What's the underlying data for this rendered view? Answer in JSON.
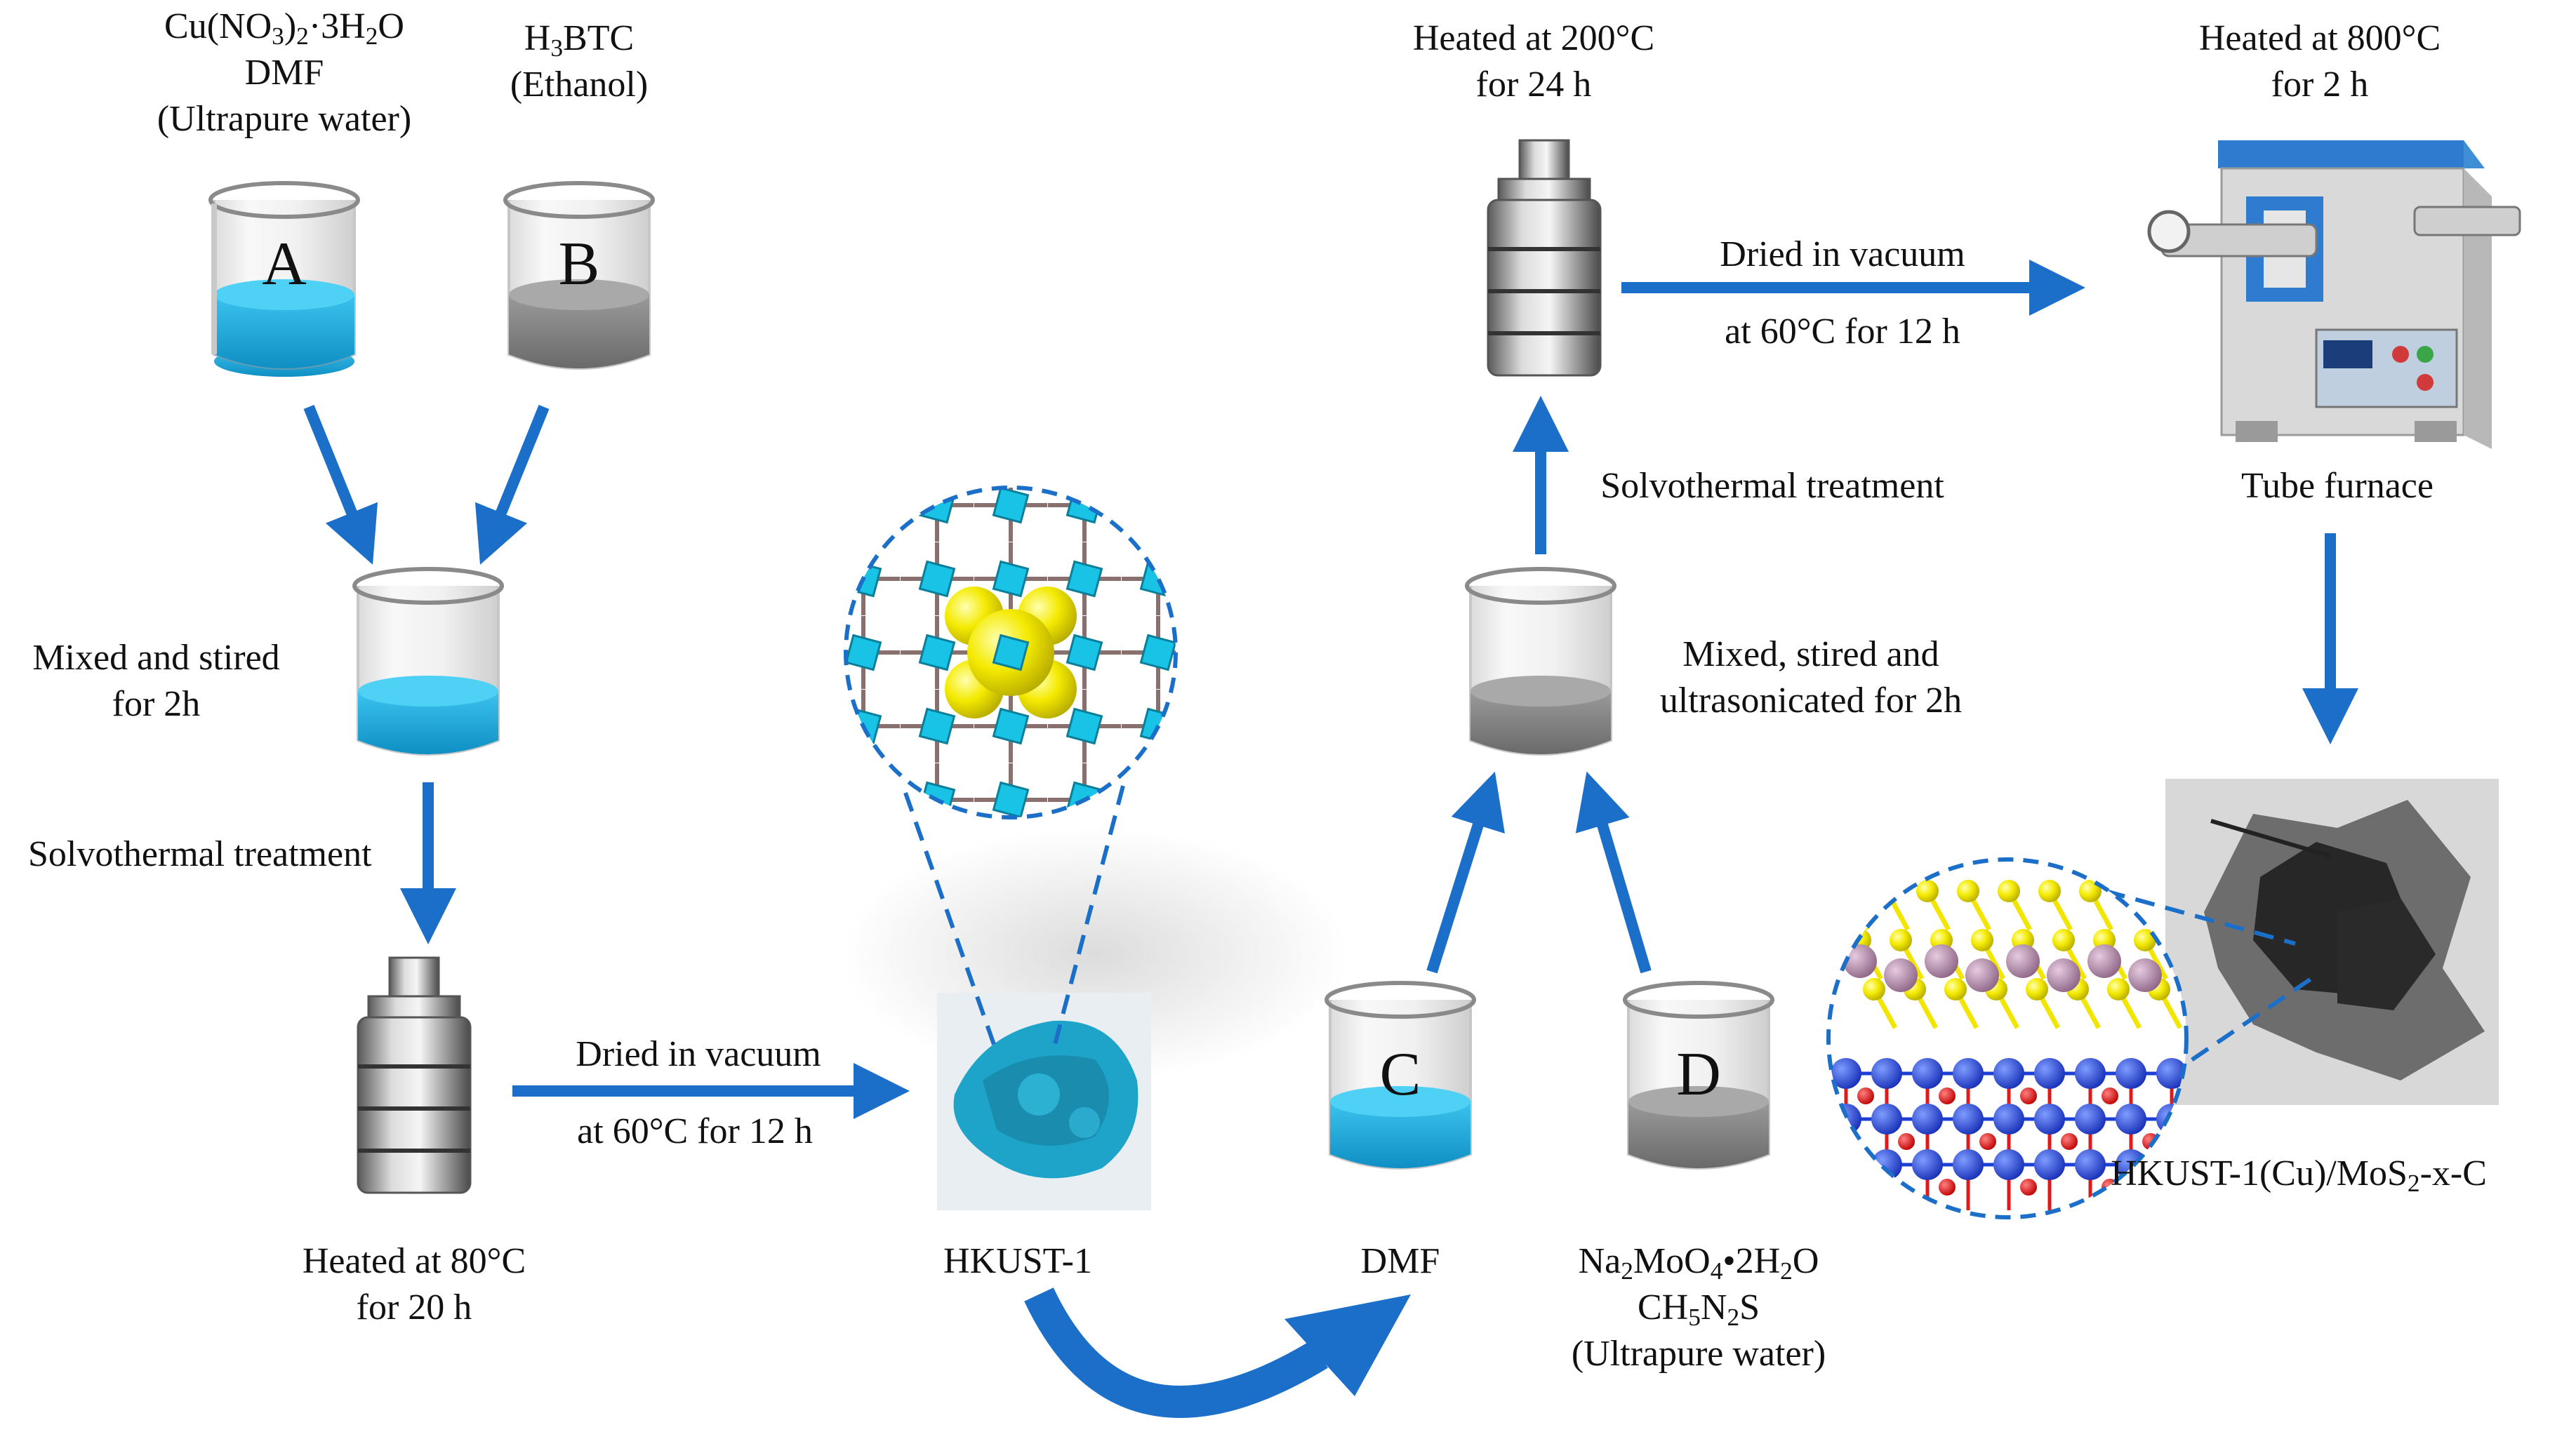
{
  "beakers": {
    "A": {
      "letter": "A",
      "reagent_line1_main": "Cu(NO",
      "reagent_line1_sub1": "3",
      "reagent_line1_mid": ")",
      "reagent_line1_sub2": "2",
      "reagent_line1_end": "·3H",
      "reagent_line1_sub3": "2",
      "reagent_line1_tail": "O",
      "reagent_line2": "DMF",
      "reagent_line3": "(Ultrapure water)",
      "liquid_color": "#1fa7d6"
    },
    "B": {
      "letter": "B",
      "reagent_line1_main": "H",
      "reagent_line1_sub": "3",
      "reagent_line1_end": "BTC",
      "reagent_line2": "(Ethanol)",
      "liquid_color": "#7a7a7a"
    },
    "C": {
      "letter": "C",
      "label": "DMF",
      "liquid_color": "#1fa7d6"
    },
    "D": {
      "letter": "D",
      "reagent_line1_a": "Na",
      "reagent_line1_s1": "2",
      "reagent_line1_b": "MoO",
      "reagent_line1_s2": "4",
      "reagent_line1_c": "•2H",
      "reagent_line1_s3": "2",
      "reagent_line1_d": "O",
      "reagent_line2_a": "CH",
      "reagent_line2_s1": "5",
      "reagent_line2_b": "N",
      "reagent_line2_s2": "2",
      "reagent_line2_c": "S",
      "reagent_line3": "(Ultrapure water)",
      "liquid_color": "#7a7a7a"
    }
  },
  "steps": {
    "mix1_line1": "Mixed and stired",
    "mix1_line2": "for 2h",
    "solvo1": "Solvothermal treatment",
    "heat80_line1": "Heated at 80°C",
    "heat80_line2": "for 20 h",
    "dry1_line1": "Dried in vacuum",
    "dry1_line2": "at 60°C for 12 h",
    "hkust_label": "HKUST-1",
    "mix2_line1": "Mixed, stired and",
    "mix2_line2": "ultrasonicated for 2h",
    "solvo2": "Solvothermal treatment",
    "heat200_line1": "Heated at 200°C",
    "heat200_line2": "for 24 h",
    "dry2_line1": "Dried in vacuum",
    "dry2_line2": "at 60°C for 12 h",
    "heat800_line1": "Heated at 800°C",
    "heat800_line2": "for 2 h",
    "furnace_label": "Tube furnace",
    "product_main": "HKUST-1(Cu)/MoS",
    "product_sub": "2",
    "product_end": "-x-C"
  },
  "colors": {
    "arrow": "#1b6fc9",
    "cyan_liquid": "#1fa7d6",
    "gray_liquid": "#7a7a7a",
    "dash_circle": "#1b6fc9",
    "mof_cyan": "#19c3e6",
    "sphere_yellow": "#f2e600",
    "atom_blue": "#1c3fd6",
    "atom_red": "#e01a1a",
    "atom_pink": "#b98fb0"
  }
}
